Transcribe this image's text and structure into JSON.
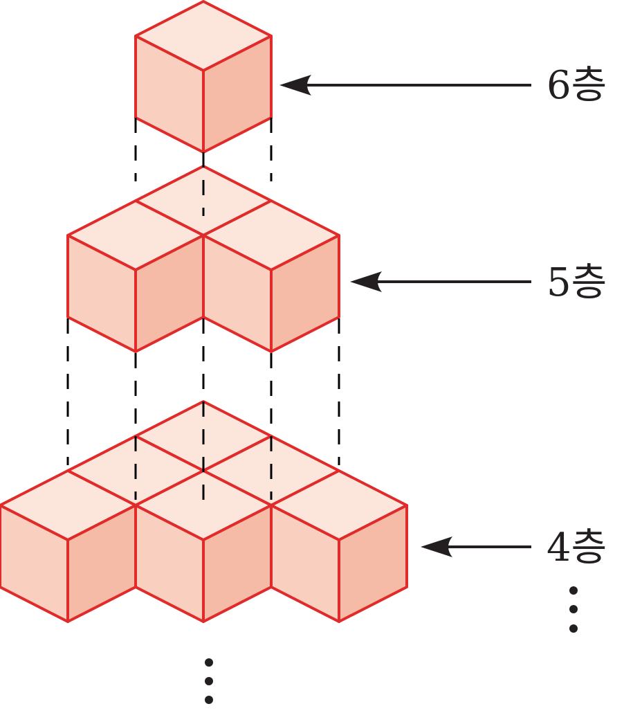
{
  "diagram": {
    "floors": [
      {
        "label": "6층",
        "cubes": 1
      },
      {
        "label": "5층",
        "cubes": 3
      },
      {
        "label": "4층",
        "cubes": 6
      }
    ],
    "continuation_marks": [
      "⋮",
      "⋮"
    ],
    "colors": {
      "edge": "#e12a2a",
      "top_face": "#fce6dc",
      "left_face": "#f9cfbf",
      "right_face": "#f6bba6",
      "dashed_guide": "#000000",
      "arrow": "#231f20"
    }
  }
}
